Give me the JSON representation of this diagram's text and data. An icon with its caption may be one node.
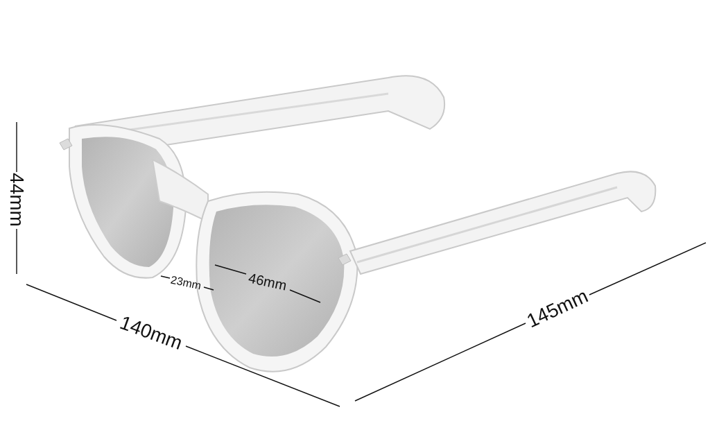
{
  "diagram": {
    "labels": [
      "44mm",
      "23mm",
      "46mm",
      "140mm",
      "145mm"
    ]
  }
}
